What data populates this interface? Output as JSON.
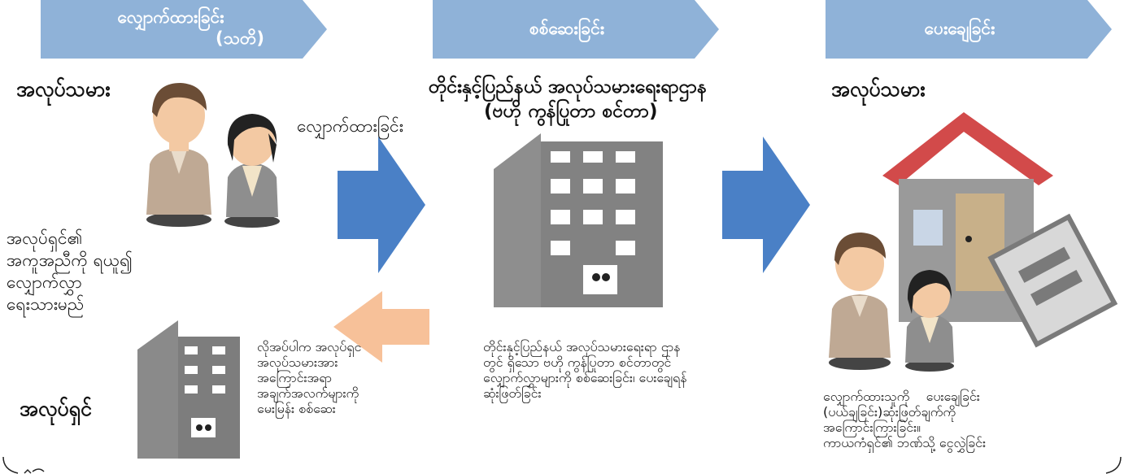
{
  "steps": [
    {
      "label_line1": "လျှောက်ထားခြင်း",
      "label_line2": "(သတိ)"
    },
    {
      "label": "စစ်ဆေးခြင်း"
    },
    {
      "label": "ပေးချေခြင်း"
    }
  ],
  "left": {
    "worker_title": "အလုပ်သမား",
    "arrow_label": "လျှောက်ထားခြင်း",
    "desc": [
      "အလုပ်ရှင်၏",
      "အကူအညီကို ရယူ၍",
      "လျှောက်လွှာ",
      "ရေးသားမည်"
    ],
    "employer_title": "အလုပ်ရှင်",
    "inquiry_text": [
      "လိုအပ်ပါက အလုပ်ရှင် ・",
      "အလုပ်သမားအား",
      "အကြောင်းအရာ",
      "အချက်အလက်များကို",
      "မေးမြန်း စစ်ဆေး"
    ]
  },
  "middle": {
    "office_title_line1": "တိုင်းနှင့်ပြည်နယ် အလုပ်သမားရေးရာဌာန",
    "office_title_line2": "(ဗဟို ကွန်ပြုတာ စင်တာ)",
    "desc": [
      "တိုင်းနှင့်ပြည်နယ် အလုပ်သမားရေးရာ ဌာန",
      "တွင် ရှိသော ဗဟို ကွန်ပြုတာ စင်တာတွင်",
      "လျှောက်လွှာများကို စစ်ဆေးခြင်း၊ ပေးချေရန်",
      "ဆုံးဖြတ်ခြင်း"
    ]
  },
  "right": {
    "worker_title": "အလုပ်သမား",
    "desc": [
      "လျှောက်ထားသူကို    ပေးချေခြင်း",
      "(ပယ်ချခြင်း)ဆုံးဖြတ်ချက်ကို",
      "အကြောင်းကြားခြင်း။",
      "ကာယကံရှင်၏ ဘဏ်သို့ ငွေလွှဲခြင်း"
    ]
  },
  "colors": {
    "banner": "#8fb2d8",
    "arrow_blue": "#4a80c6",
    "arrow_orange": "#f7c199",
    "building": "#828282",
    "roof": "#d24a4a"
  }
}
